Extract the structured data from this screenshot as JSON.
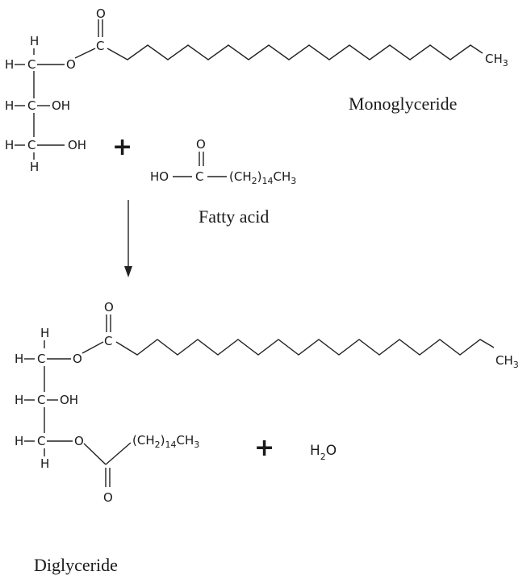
{
  "atoms": {
    "H": "H",
    "C": "C",
    "O": "O",
    "OH": "OH",
    "HO": "HO",
    "CH": "CH",
    "CH3_base": "CH",
    "sub_3": "3",
    "sub_2": "2",
    "sub_14": "14",
    "paren_open": "(",
    "paren_close": ")"
  },
  "operators": {
    "plus": "+"
  },
  "labels": {
    "monoglyceride": "Monoglyceride",
    "fatty_acid": "Fatty acid",
    "diglyceride": "Diglyceride"
  },
  "products": {
    "water": {
      "element": "H",
      "subscript": "2",
      "oxygen": "O"
    }
  },
  "colors": {
    "ink": "#1a1a1a",
    "background": "#ffffff"
  }
}
